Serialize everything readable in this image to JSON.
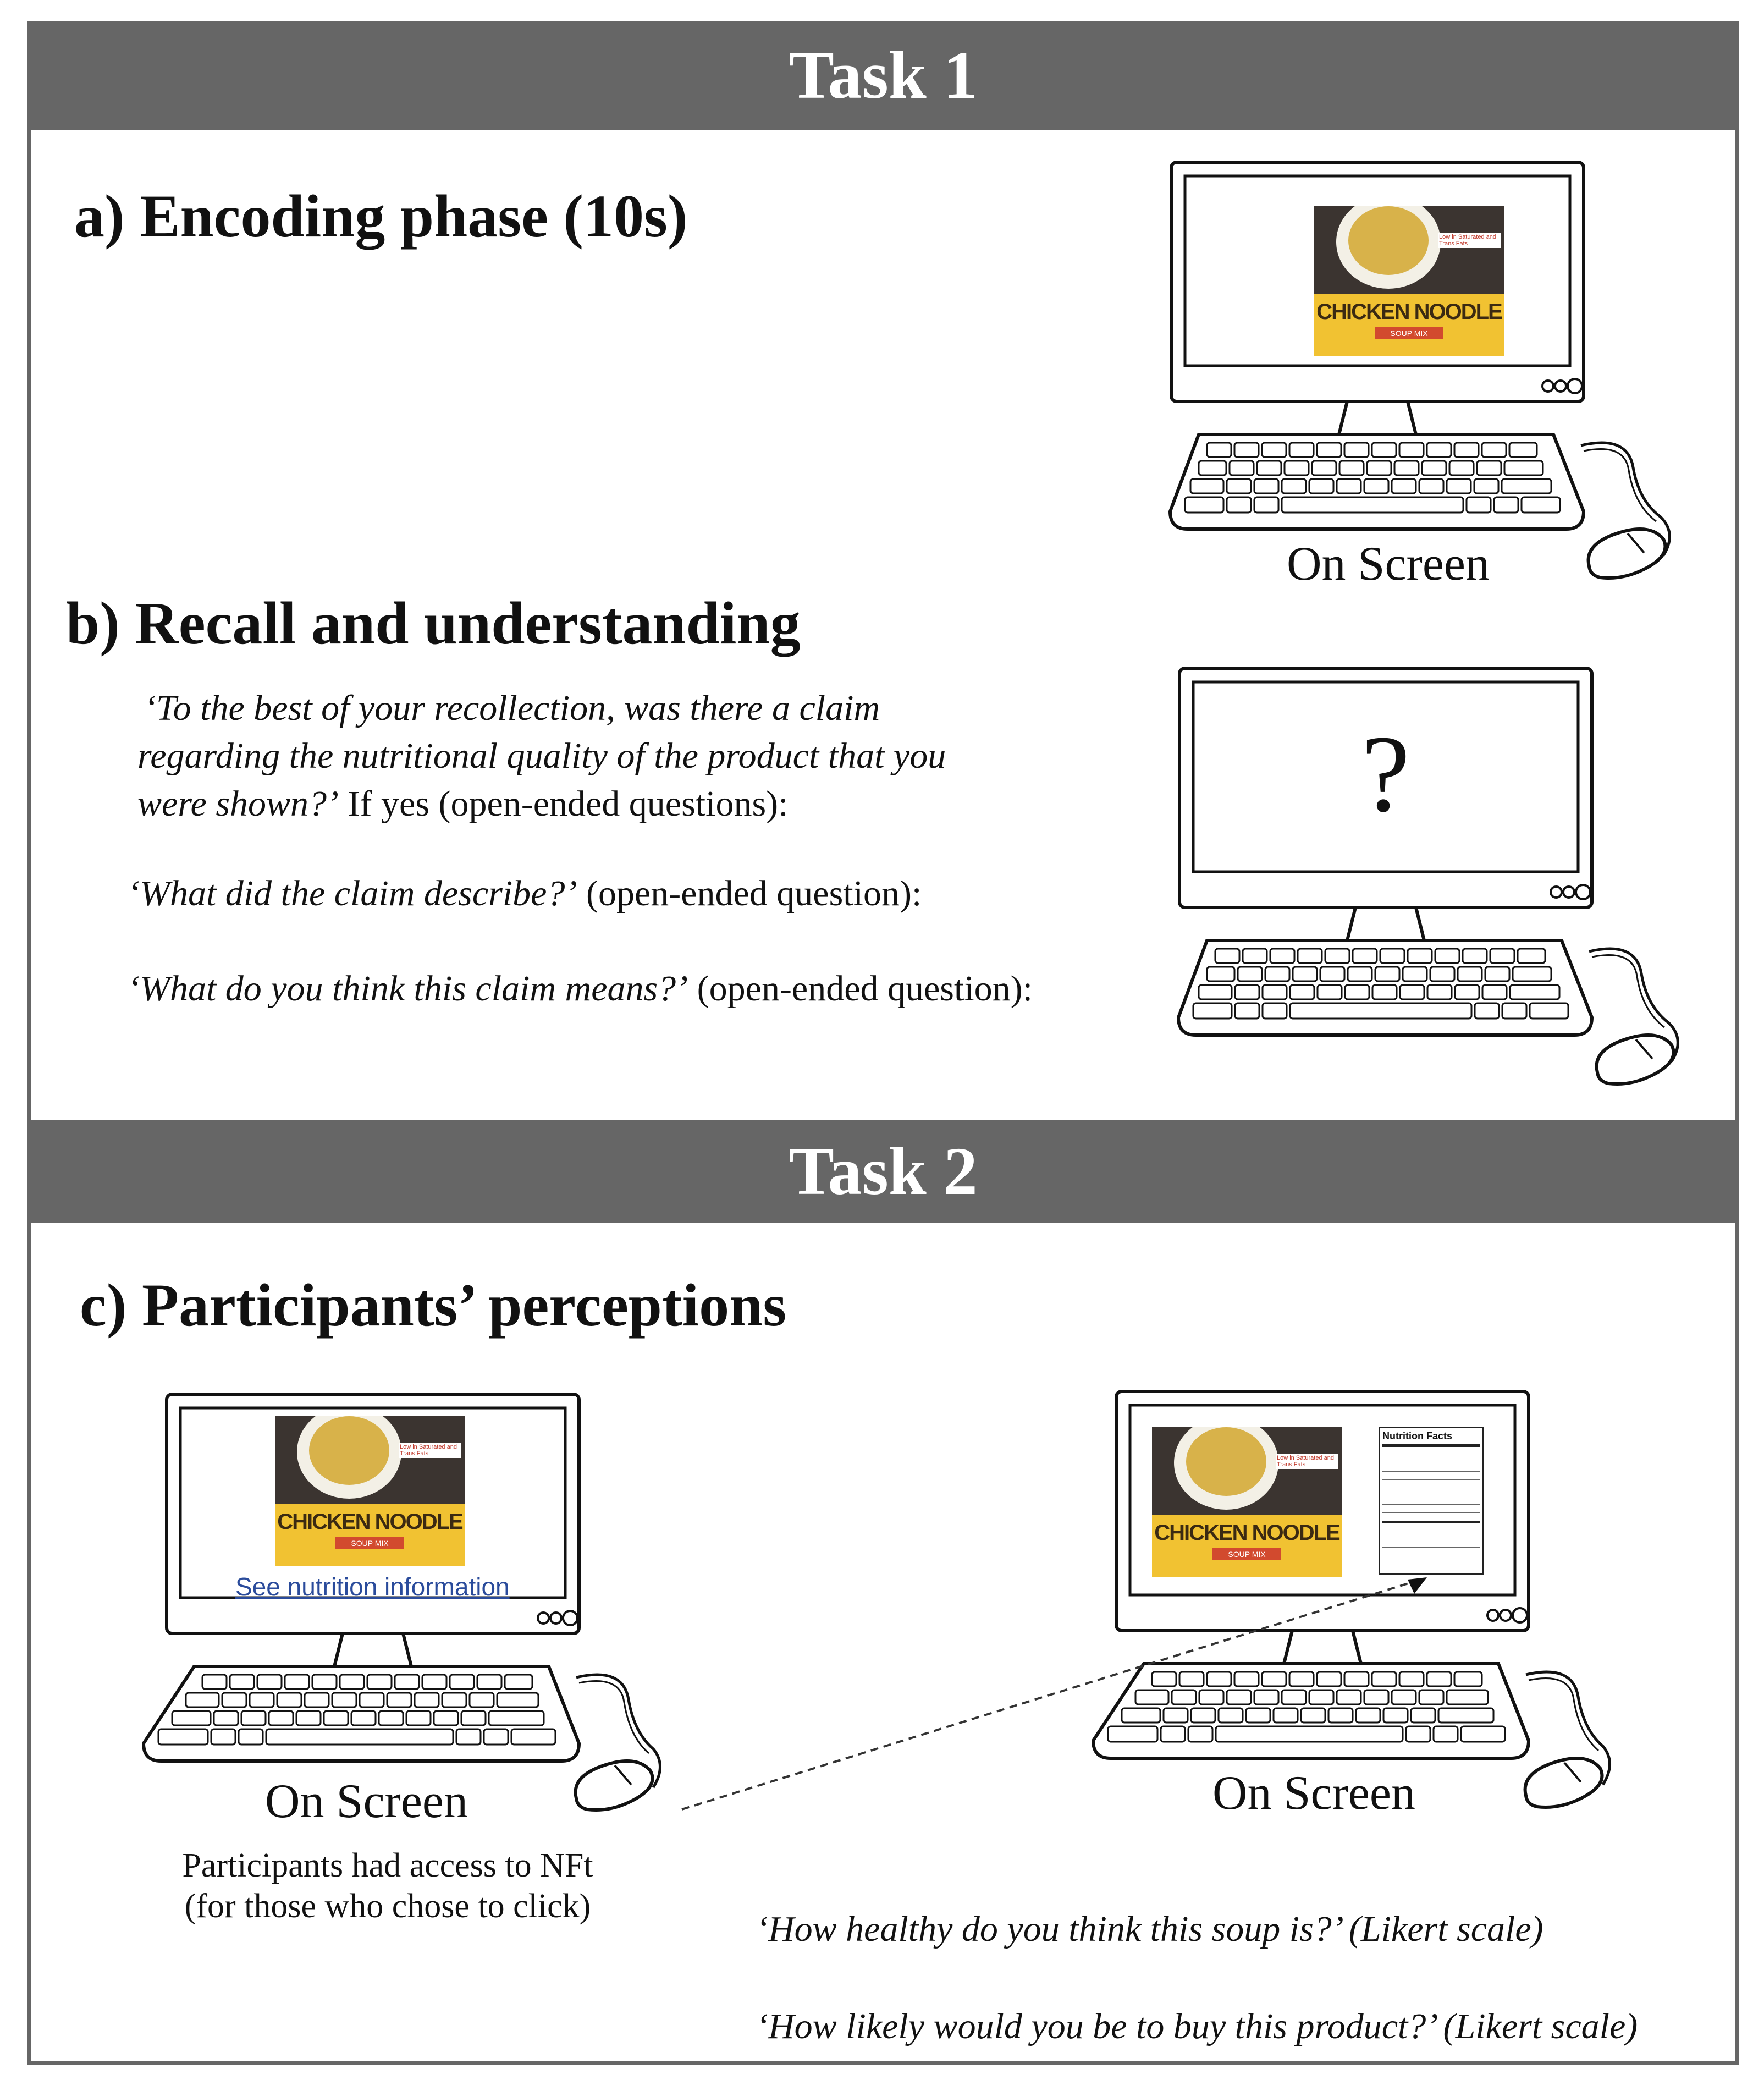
{
  "task1": {
    "title": "Task 1",
    "section_a": {
      "heading": "a) Encoding phase (10s)",
      "caption": "On Screen"
    },
    "section_b": {
      "heading": "b) Recall and understanding",
      "q1_line1": "‘To the best of your recollection, was there a claim",
      "q1_line2": "regarding the nutritional quality of the product that you",
      "q1_line3_italic": "were shown?’",
      "q1_line3_rest": " If yes (open-ended questions):",
      "q2_italic": "‘What did the claim describe?’",
      "q2_rest": " (open-ended question):",
      "q3_italic": "‘What do you think this claim means?’",
      "q3_rest": " (open-ended question):",
      "screen_symbol": "?"
    }
  },
  "task2": {
    "title": "Task 2",
    "section_c": {
      "heading": "c) Participants’ perceptions",
      "left_caption": "On Screen",
      "left_link": "See nutrition information",
      "left_note_line1": "Participants had access to NFt",
      "left_note_line2": "(for those who chose to click)",
      "right_caption": "On Screen",
      "q4_italic": "‘How healthy do you think this soup is?’ (Likert scale)",
      "q5_italic": "‘How likely would you be to buy this product?’ (Likert scale)"
    }
  },
  "product": {
    "name": "CHICKEN NOODLE",
    "subtitle": "SOUP MIX",
    "claim": "Low in Saturated and Trans Fats"
  },
  "nutrition_facts": {
    "title": "Nutrition Facts"
  },
  "colors": {
    "band": "#666666",
    "package_yellow": "#f1c232",
    "package_red": "#d24a2e",
    "link": "#2a4b9b"
  }
}
